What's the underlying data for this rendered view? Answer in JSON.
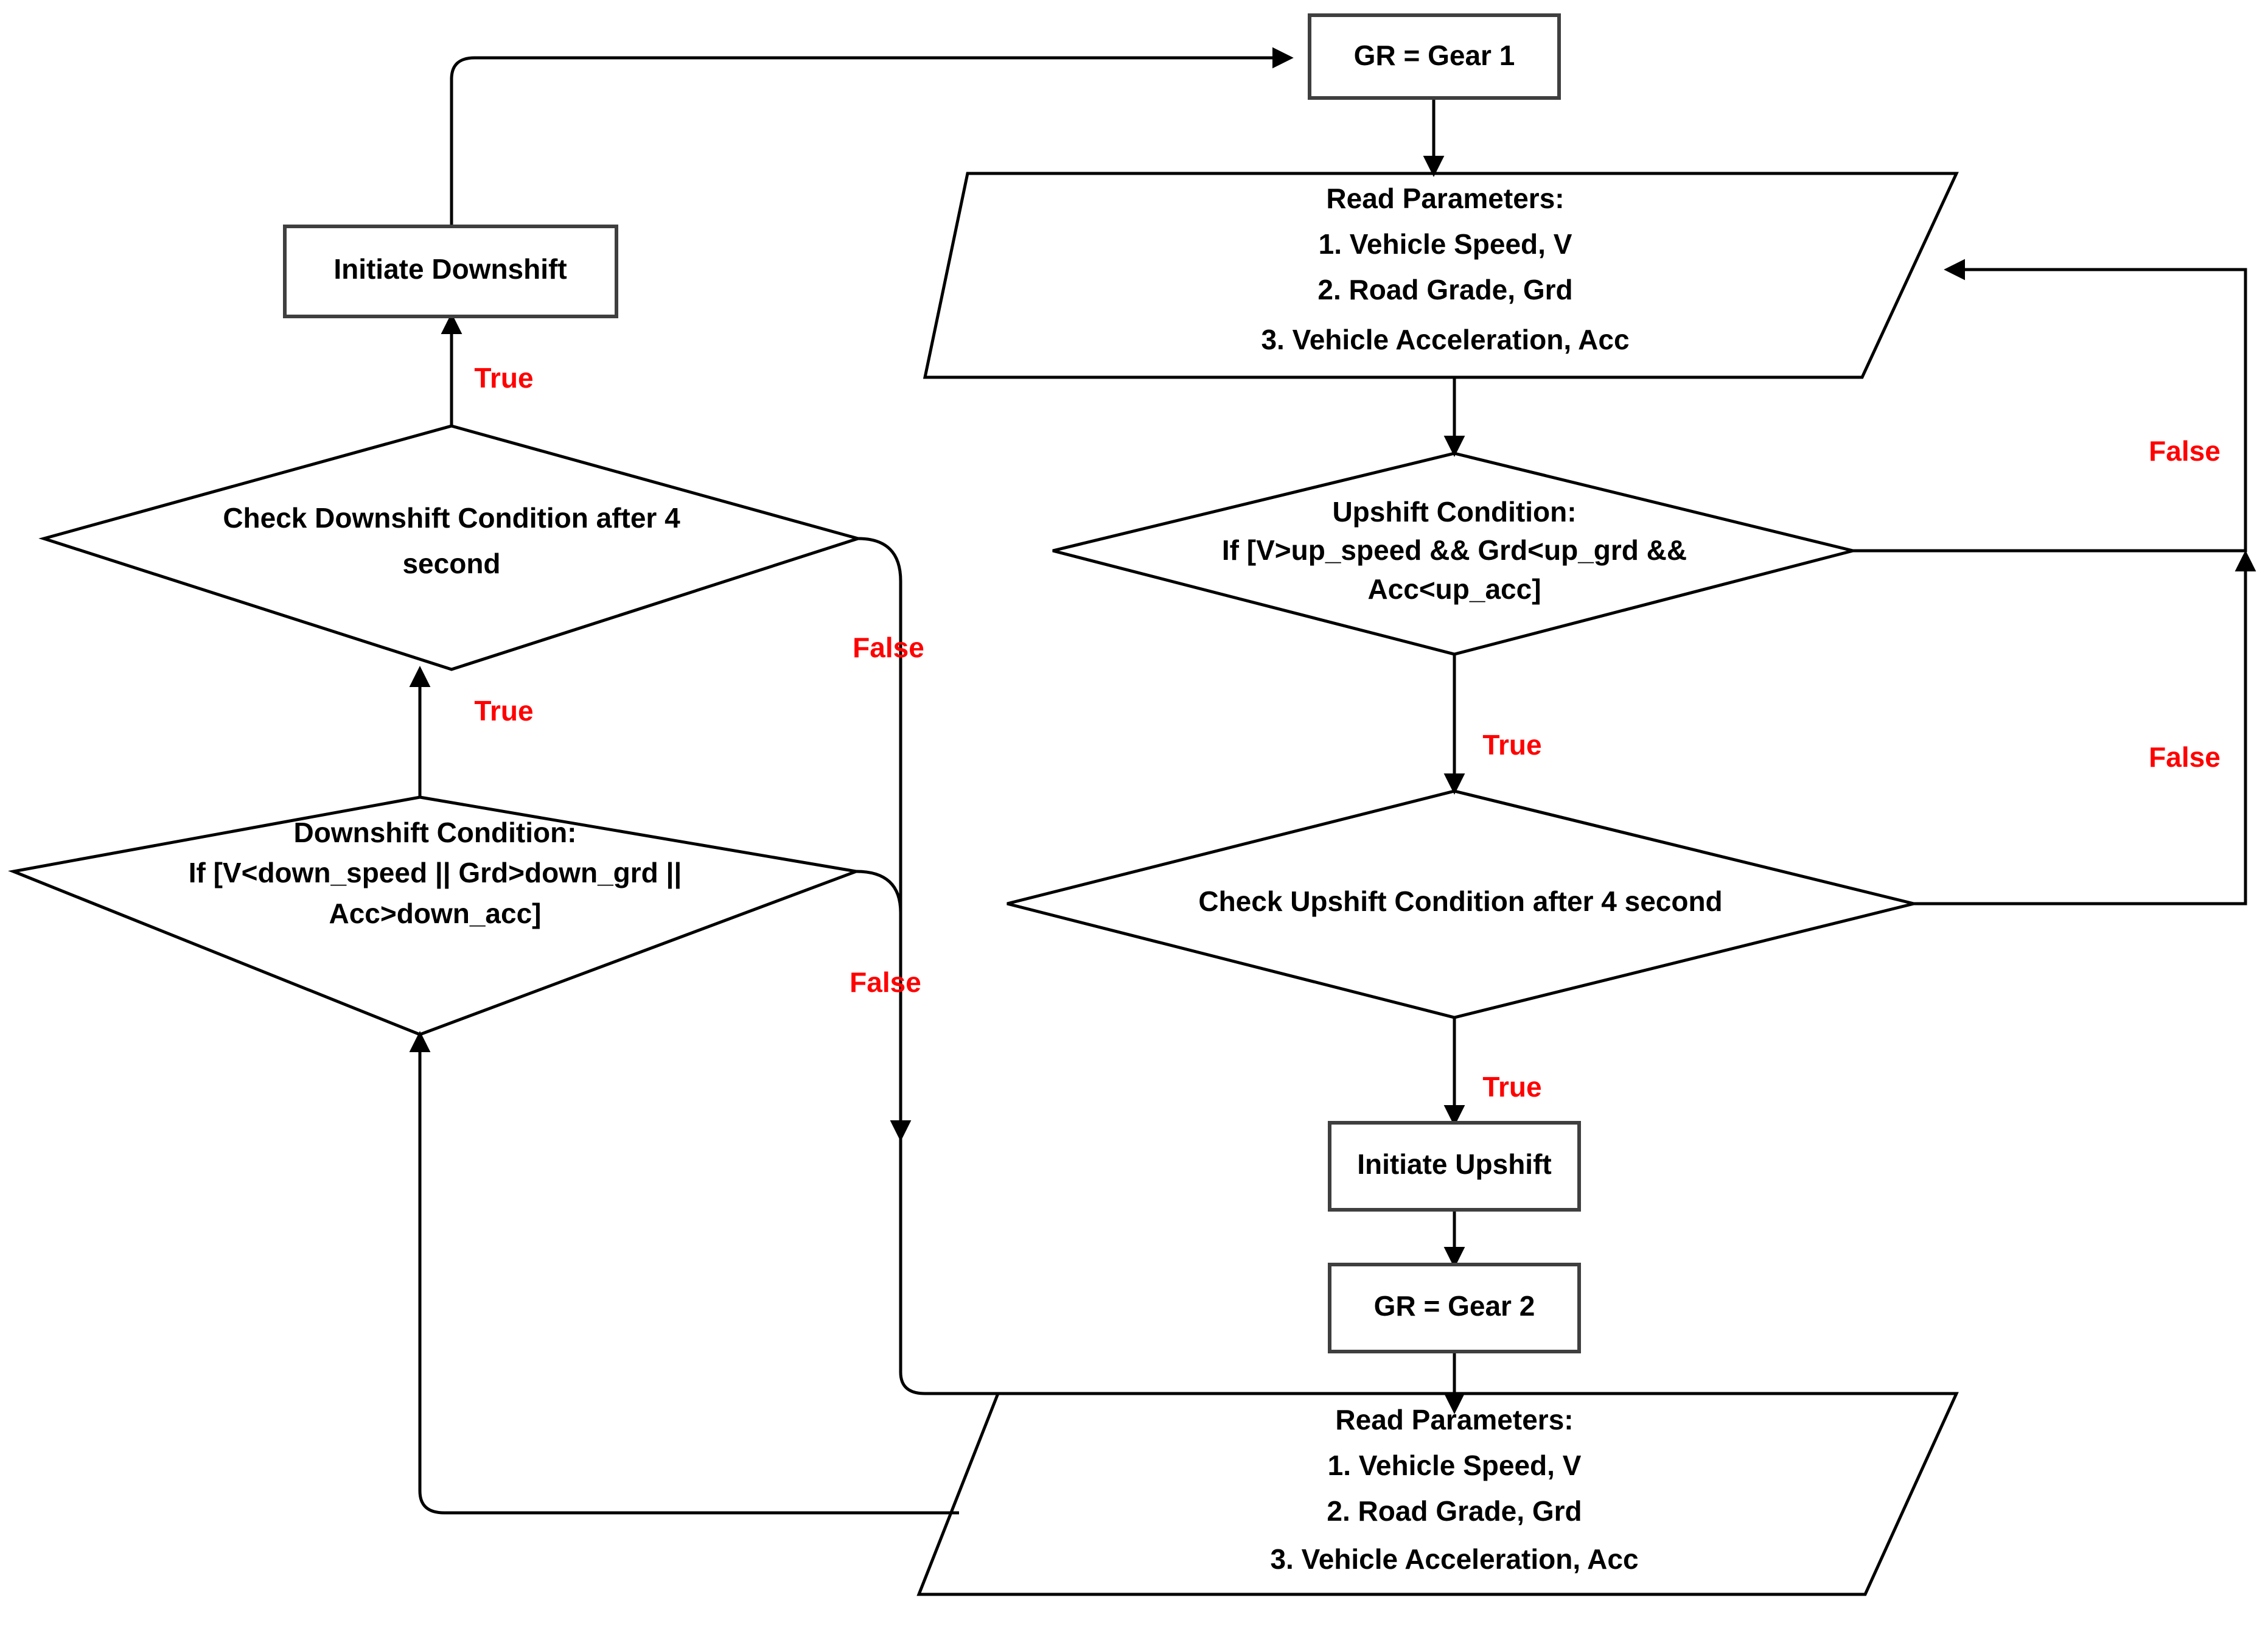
{
  "diagram": {
    "title": "Gear shift control flowchart",
    "accent_true_color": "#ff0000",
    "accent_false_color": "#ff0000",
    "line_color": "#000000",
    "shape_fill": "#ffffff"
  },
  "nodes": {
    "gear1": {
      "id": "gear1",
      "type": "process",
      "label": "GR = Gear 1"
    },
    "read_params_top": {
      "id": "read_params_top",
      "type": "io",
      "lines": [
        "Read Parameters:",
        "1. Vehicle Speed, V",
        "2. Road Grade, Grd",
        "3. Vehicle Acceleration, Acc"
      ]
    },
    "upshift_condition": {
      "id": "upshift_condition",
      "type": "decision",
      "lines": [
        "Upshift Condition:",
        "If [V>up_speed && Grd<up_grd &&",
        "Acc<up_acc]"
      ]
    },
    "check_upshift": {
      "id": "check_upshift",
      "type": "decision",
      "lines": [
        "Check Upshift Condition after 4 second"
      ]
    },
    "initiate_upshift": {
      "id": "initiate_upshift",
      "type": "process",
      "label": "Initiate Upshift"
    },
    "gear2": {
      "id": "gear2",
      "type": "process",
      "label": "GR = Gear 2"
    },
    "read_params_bottom": {
      "id": "read_params_bottom",
      "type": "io",
      "lines": [
        "Read Parameters:",
        "1. Vehicle Speed, V",
        "2. Road Grade, Grd",
        "3. Vehicle Acceleration, Acc"
      ]
    },
    "downshift_condition": {
      "id": "downshift_condition",
      "type": "decision",
      "lines": [
        "Downshift Condition:",
        "If [V<down_speed || Grd>down_grd ||",
        "Acc>down_acc]"
      ]
    },
    "check_downshift": {
      "id": "check_downshift",
      "type": "decision",
      "lines": [
        "Check Downshift Condition after 4",
        "second"
      ]
    },
    "initiate_downshift": {
      "id": "initiate_downshift",
      "type": "process",
      "label": "Initiate Downshift"
    }
  },
  "edge_labels": {
    "downshift_true_to_initiate": "True",
    "downshift_cond_true": "True",
    "check_downshift_false": "False",
    "downshift_cond_false": "False",
    "upshift_cond_true": "True",
    "upshift_cond_false": "False",
    "check_upshift_true": "True",
    "check_upshift_false": "False"
  }
}
